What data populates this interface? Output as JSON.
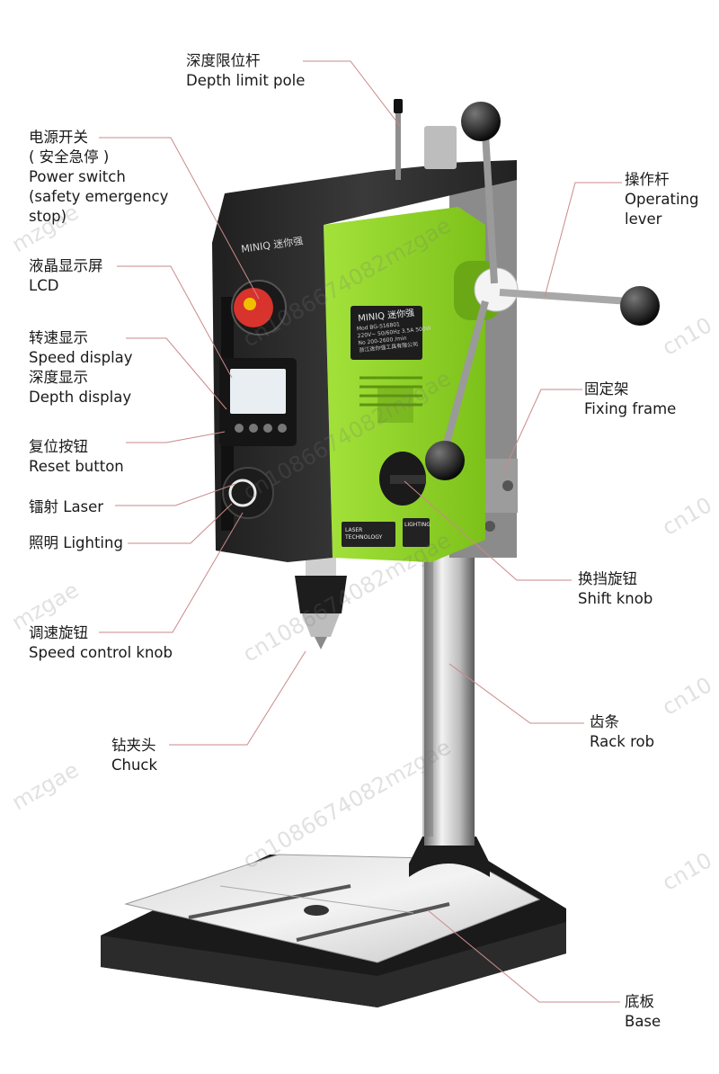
{
  "brand": {
    "logo_text": "MINIQ 迷你强",
    "model": "Mod BG-516801",
    "spec_lines": [
      "220V~ 50/60Hz 3.5A 500W",
      "No 200-2600 /min",
      "浙江迷你强工具有限公司"
    ],
    "laser_badge": "LASER TECHNOLOGY",
    "lighting_badge": "LIGHTING"
  },
  "colors": {
    "body_green": "#8ad020",
    "body_dark": "#2a2a2a",
    "leader_line": "#c98a8a",
    "emergency_red": "#d8332c"
  },
  "labels": {
    "depth_limit_pole": {
      "zh": "深度限位杆",
      "en": "Depth limit pole"
    },
    "power_switch": {
      "zh": "电源开关",
      "zh2": "( 安全急停 )",
      "en": "Power switch",
      "en2": "(safety emergency",
      "en3": "stop)"
    },
    "lcd": {
      "zh": "液晶显示屏",
      "en": "LCD"
    },
    "speed_display": {
      "zh": "转速显示",
      "en": "Speed display",
      "zh2": "深度显示",
      "en2": "Depth display"
    },
    "reset_button": {
      "zh": "复位按钮",
      "en": "Reset button"
    },
    "laser": {
      "text": "镭射 Laser"
    },
    "lighting": {
      "text": "照明 Lighting"
    },
    "speed_control_knob": {
      "zh": "调速旋钮",
      "en": "Speed control knob"
    },
    "chuck": {
      "zh": "钻夹头",
      "en": "Chuck"
    },
    "operating_lever": {
      "zh": "操作杆",
      "en": "Operating",
      "en2": "lever"
    },
    "fixing_frame": {
      "zh": "固定架",
      "en": "Fixing frame"
    },
    "shift_knob": {
      "zh": "换挡旋钮",
      "en": "Shift knob"
    },
    "rack_rob": {
      "zh": "齿条",
      "en": "Rack rob"
    },
    "base": {
      "zh": "底板",
      "en": "Base"
    }
  },
  "watermark": "cn1086674082mzgae",
  "watermark_short": "mzgae",
  "watermark_edge": "cn10"
}
